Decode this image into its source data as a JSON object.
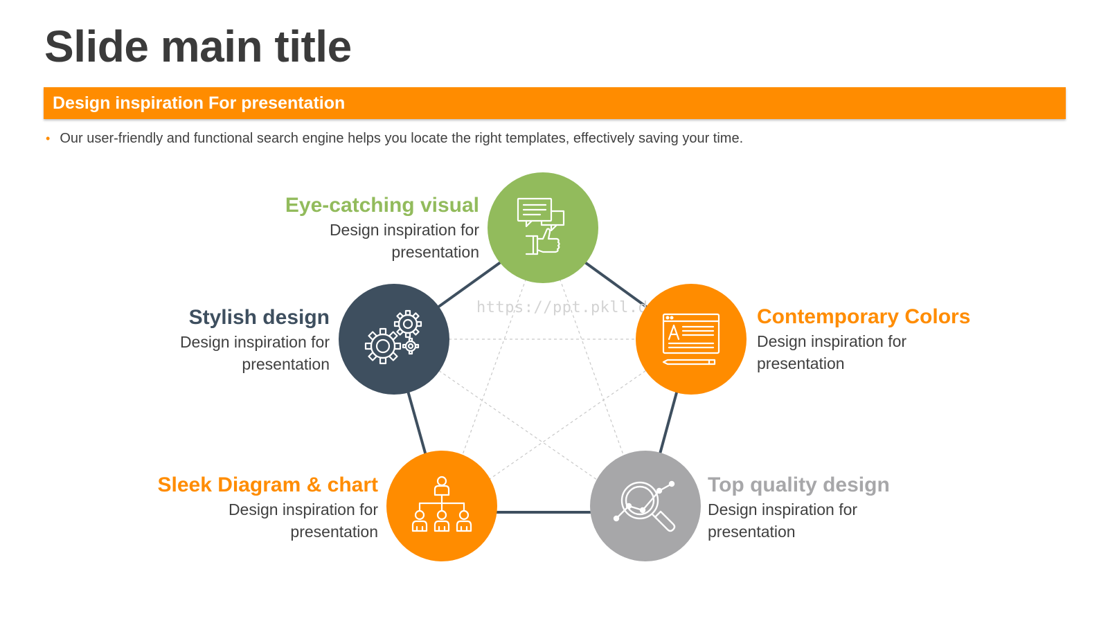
{
  "slide": {
    "title": "Slide main title",
    "subtitle": "Design inspiration For presentation",
    "bullet": "Our user-friendly and functional search engine helps you locate the right templates, effectively saving your time.",
    "watermark": "https://ppt.pkll.de"
  },
  "colors": {
    "accent_orange": "#ff8c00",
    "green": "#92bb5c",
    "slate": "#3e4f5f",
    "gray": "#a7a7a9",
    "text_dark": "#3b3b3b"
  },
  "nodes": [
    {
      "title": "Eye-catching visual",
      "description": "Design inspiration for presentation",
      "color": "#92bb5c",
      "icon": "feedback-thumbs-up-icon"
    },
    {
      "title": "Contemporary Colors",
      "description": "Design inspiration for presentation",
      "color": "#ff8c00",
      "icon": "document-editor-icon"
    },
    {
      "title": "Top quality design",
      "description": "Design inspiration for presentation",
      "color": "#a7a7a9",
      "icon": "magnifier-analytics-icon"
    },
    {
      "title": "Sleek Diagram & chart",
      "description": "Design inspiration for presentation",
      "color": "#ff8c00",
      "icon": "org-chart-icon"
    },
    {
      "title": "Stylish design",
      "description": "Design inspiration for presentation",
      "color": "#3e4f5f",
      "icon": "gears-icon"
    }
  ]
}
